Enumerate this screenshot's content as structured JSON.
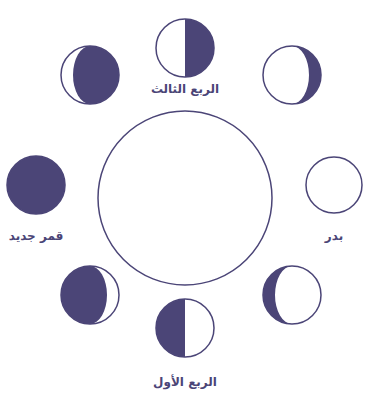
{
  "diagram": {
    "labels": [
      "الربع الثالث",
      "قمر جديد",
      "بدر",
      "الربع الأول"
    ]
  }
}
